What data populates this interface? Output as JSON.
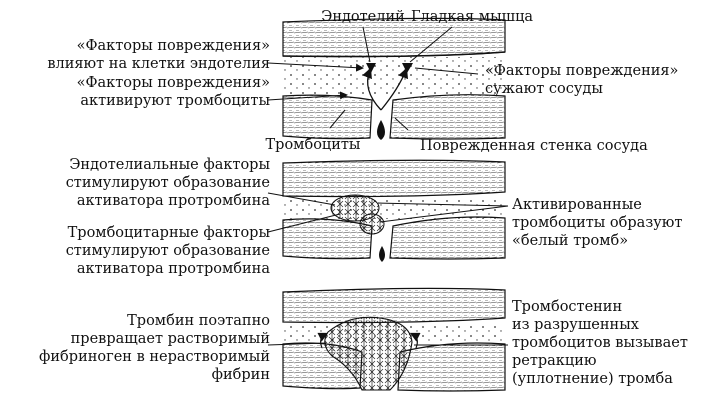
{
  "panel1": {
    "endothelium": "Эндотелий",
    "smooth_muscle": "Гладкая мышца",
    "damage_factors_endothelium": [
      "«Факторы повреждения»",
      "влияют на клетки эндотелия"
    ],
    "damage_factors_platelets": [
      "«Факторы повреждения»",
      "активируют тромбоциты"
    ],
    "damage_factors_vessels": [
      "«Факторы повреждения»",
      "сужают сосуды"
    ],
    "platelets": "Тромбоциты",
    "damaged_wall": "Поврежденная стенка сосуда"
  },
  "panel2": {
    "endothelial_factors": [
      "Эндотелиальные факторы",
      "стимулируют образование",
      "активатора протромбина"
    ],
    "platelet_factors": [
      "Тромбоцитарные факторы",
      "стимулируют образование",
      "активатора протромбина"
    ],
    "activated_platelets": [
      "Активированные",
      "тромбоциты образуют",
      "«белый тромб»"
    ]
  },
  "panel3": {
    "thrombin": [
      "Тромбин поэтапно",
      "превращает растворимый",
      "фибриноген в нерастворимый",
      "фибрин"
    ],
    "thrombostenin": [
      "Тромбостенин",
      "из разрушенных",
      "тромбоцитов вызывает",
      "ретракцию",
      "(уплотнение) тромба"
    ]
  }
}
